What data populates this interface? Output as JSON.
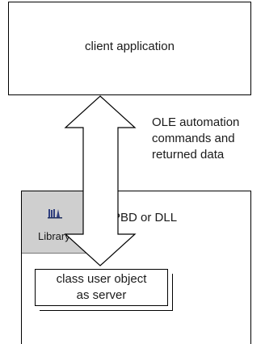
{
  "client_box": {
    "label": "client application"
  },
  "connector": {
    "label": "OLE automation\ncommands and\nreturned data"
  },
  "container": {
    "label": "PBD or DLL",
    "library_tile": {
      "label": "Library",
      "icon": "library-icon"
    }
  },
  "server_object": {
    "label": "class user object\nas server"
  }
}
